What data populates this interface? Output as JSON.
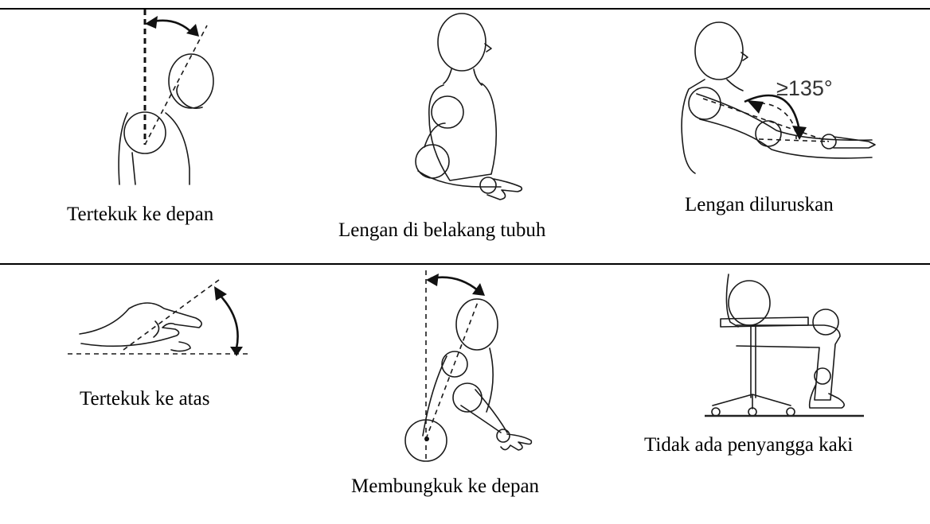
{
  "panels": [
    {
      "caption": "Tertekuk ke depan",
      "icon": "neck-flexion-icon"
    },
    {
      "caption": "Lengan di belakang tubuh",
      "icon": "arm-behind-body-icon"
    },
    {
      "caption": "Lengan diluruskan",
      "icon": "arm-extended-icon",
      "angle_label": "≥135°"
    },
    {
      "caption": "Tertekuk ke atas",
      "icon": "wrist-extension-icon"
    },
    {
      "caption": "Membungkuk ke depan",
      "icon": "trunk-flexion-icon"
    },
    {
      "caption": "Tidak ada penyangga kaki",
      "icon": "no-footrest-icon"
    }
  ]
}
